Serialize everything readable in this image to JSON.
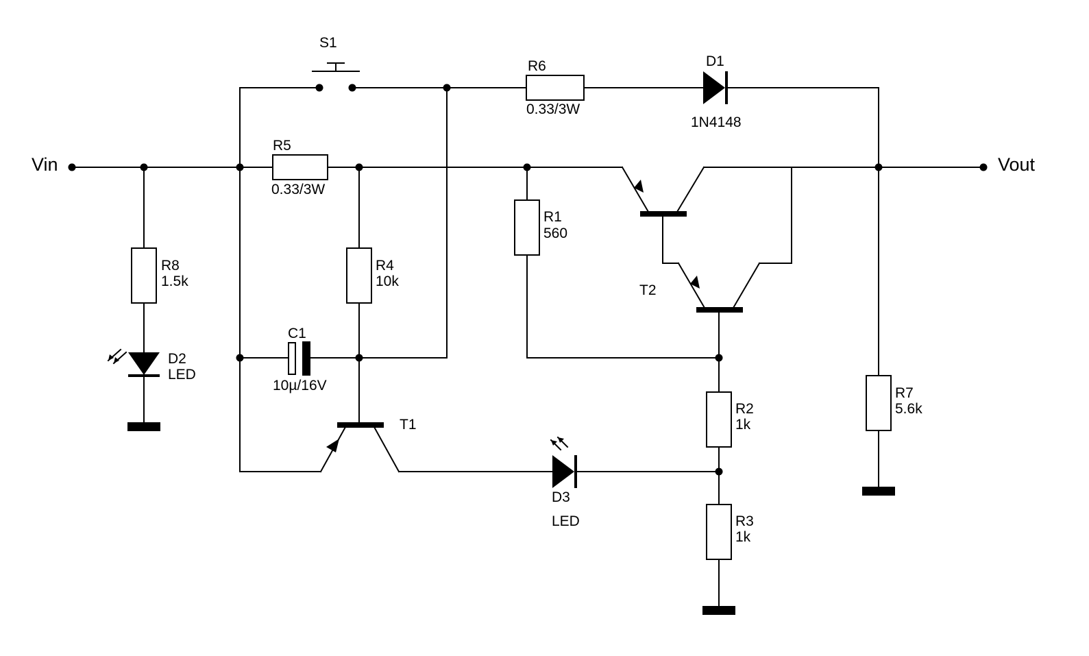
{
  "terminals": {
    "vin": "Vin",
    "vout": "Vout"
  },
  "components": {
    "S1": {
      "ref": "S1"
    },
    "R6": {
      "ref": "R6",
      "value": "0.33/3W"
    },
    "D1": {
      "ref": "D1",
      "value": "1N4148"
    },
    "R5": {
      "ref": "R5",
      "value": "0.33/3W"
    },
    "R1": {
      "ref": "R1",
      "value": "560"
    },
    "R8": {
      "ref": "R8",
      "value": "1.5k"
    },
    "D2": {
      "ref": "D2",
      "value": "LED"
    },
    "R4": {
      "ref": "R4",
      "value": "10k"
    },
    "C1": {
      "ref": "C1",
      "value": "10µ/16V"
    },
    "T1": {
      "ref": "T1"
    },
    "T2": {
      "ref": "T2"
    },
    "D3": {
      "ref": "D3",
      "value": "LED"
    },
    "R2": {
      "ref": "R2",
      "value": "1k"
    },
    "R3": {
      "ref": "R3",
      "value": "1k"
    },
    "R7": {
      "ref": "R7",
      "value": "5.6k"
    }
  },
  "colors": {
    "ink": "#000000",
    "background": "#ffffff"
  }
}
